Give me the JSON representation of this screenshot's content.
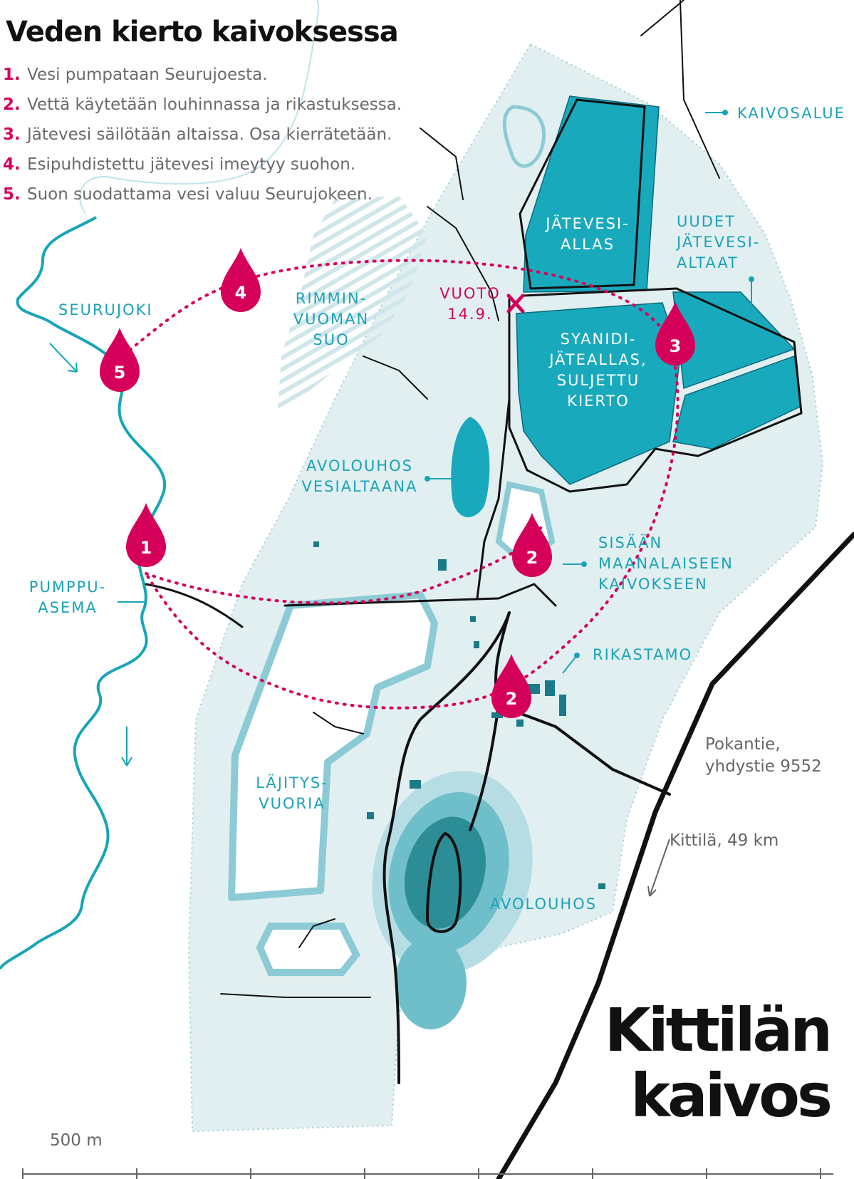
{
  "title": "Veden kierto kaivoksessa",
  "steps": [
    {
      "num": "1.",
      "text": "Vesi pumpataan Seurujoesta."
    },
    {
      "num": "2.",
      "text": "Vettä käytetään louhinnassa ja rikastuksessa."
    },
    {
      "num": "3.",
      "text": "Jätevesi säilötään altaissa. Osa kierrätetään."
    },
    {
      "num": "4.",
      "text": "Esipuhdistettu jätevesi imeytyy suohon."
    },
    {
      "num": "5.",
      "text": "Suon suodattama vesi valuu Seurujokeen."
    }
  ],
  "labels": {
    "kaivosalue": "KAIVOSALUE",
    "jatevesiallas": [
      "JÄTEVESI-",
      "ALLAS"
    ],
    "uudet": [
      "UUDET",
      "JÄTEVESI-",
      "ALTAAT"
    ],
    "syanidi": [
      "SYANIDI-",
      "JÄTEALLAS,",
      "SULJETTU",
      "KIERTO"
    ],
    "vuoto": [
      "VUOTO",
      "14.9."
    ],
    "rimmin": [
      "RIMMIN-",
      "VUOMAN",
      "SUO"
    ],
    "seurujoki": "SEURUJOKI",
    "avolouhos_vesi": [
      "AVOLOUHOS",
      "VESIALTAANA"
    ],
    "sisaan": [
      "SISÄÄN",
      "MAANALAISEEN",
      "KAIVOKSEEN"
    ],
    "pumppuasema": [
      "PUMPPU-",
      "ASEMA"
    ],
    "rikastamo": "RIKASTAMO",
    "lajitys": [
      "LÄJITYS-",
      "VUORIA"
    ],
    "avolouhos": "AVOLOUHOS",
    "pokantie": [
      "Pokantie,",
      "yhdystie 9552"
    ],
    "kittila_dist": "Kittilä, 49 km"
  },
  "markers": [
    {
      "num": "1"
    },
    {
      "num": "2"
    },
    {
      "num": "2"
    },
    {
      "num": "3"
    },
    {
      "num": "4"
    },
    {
      "num": "5"
    }
  ],
  "big_title": [
    "Kittilän",
    "kaivos"
  ],
  "scale_label": "500 m",
  "colors": {
    "accent": "#d5005a",
    "water": "#17a5b8",
    "pond": "#18a9bd",
    "area": "#e2eff1",
    "road": "#111111"
  }
}
